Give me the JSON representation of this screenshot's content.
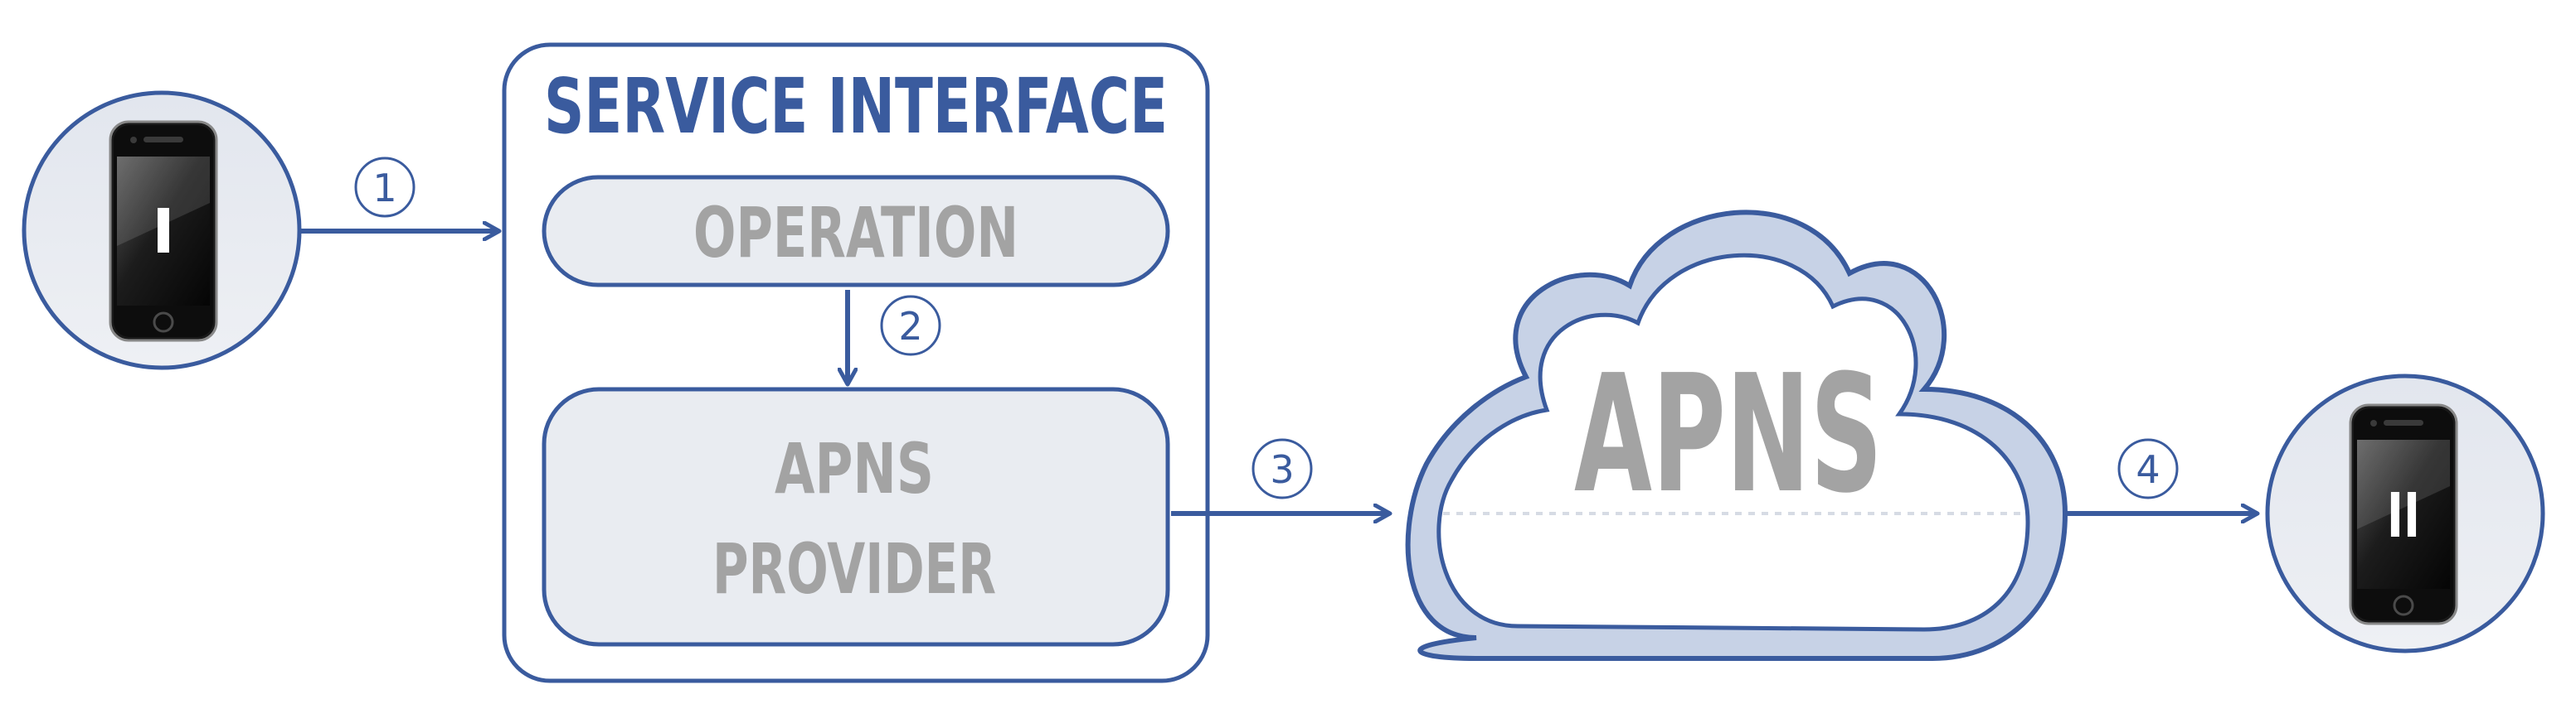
{
  "colors": {
    "primary": "#3a5b9e",
    "label_gray": "#a3a3a3",
    "box_fill": "#e9ecf1",
    "panel_fill": "#f6f7f9",
    "cloud_halo": "#c7d2e6"
  },
  "left_device": {
    "icon": "phone-icon",
    "roman": "I"
  },
  "right_device": {
    "icon": "phone-icon",
    "roman": "II"
  },
  "service_interface": {
    "title": "SERVICE INTERFACE",
    "operation": "OPERATION",
    "provider_line1": "APNS",
    "provider_line2": "PROVIDER"
  },
  "cloud": {
    "label": "APNS"
  },
  "steps": [
    "1",
    "2",
    "3",
    "4"
  ]
}
